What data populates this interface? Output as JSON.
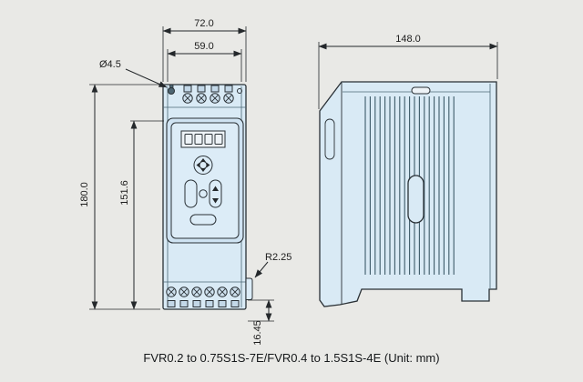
{
  "caption": {
    "text": "FVR0.2 to 0.75S1S-7E/FVR0.4 to 1.5S1S-4E (Unit: mm)"
  },
  "dimensions": {
    "overall_width": "72.0",
    "mounting_width": "59.0",
    "hole_diameter": "Ø4.5",
    "overall_height": "180.0",
    "panel_height": "151.6",
    "corner_radius": "R2.25",
    "hook_height": "16.45",
    "depth": "148.0"
  },
  "colors": {
    "background": "#e9e9e6",
    "device_fill": "#d9eaf5",
    "line": "#2a3136"
  }
}
